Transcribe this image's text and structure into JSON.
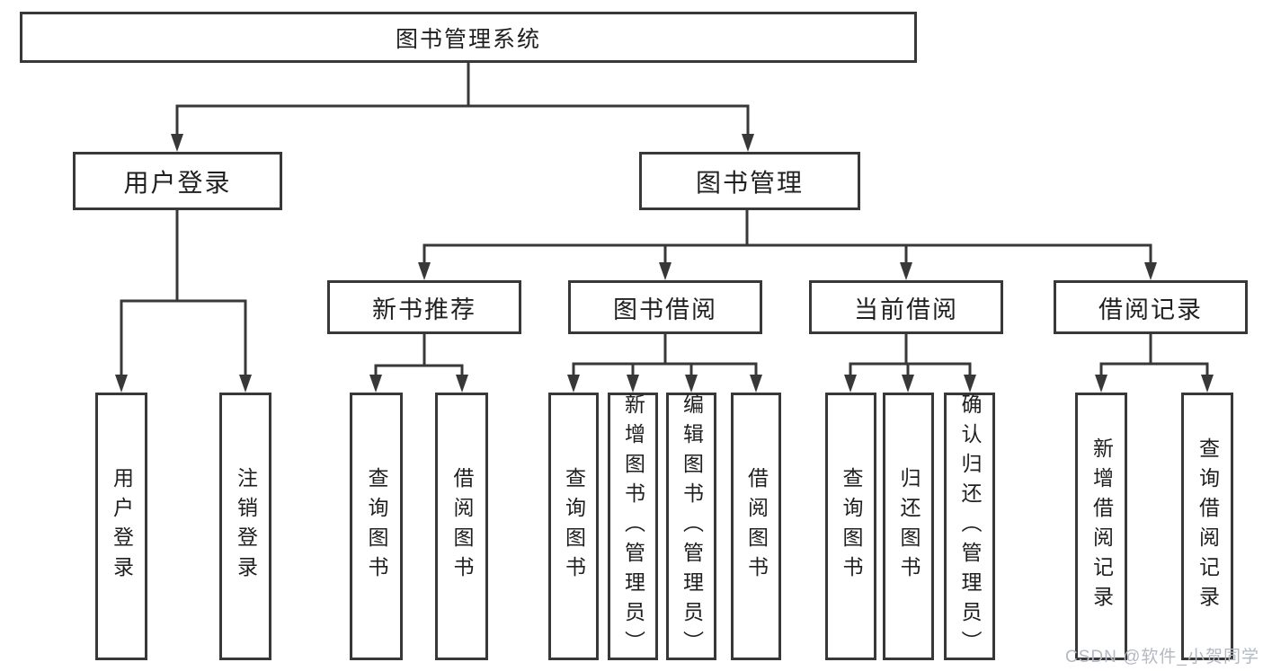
{
  "diagram_type": "functional-structure-tree",
  "tree": {
    "root": {
      "label": "图书管理系统",
      "children": [
        {
          "label": "用户登录",
          "children": [
            {
              "label": "用户登录"
            },
            {
              "label": "注销登录"
            }
          ]
        },
        {
          "label": "图书管理",
          "children": [
            {
              "label": "新书推荐",
              "children": [
                {
                  "label": "查询图书"
                },
                {
                  "label": "借阅图书"
                }
              ]
            },
            {
              "label": "图书借阅",
              "children": [
                {
                  "label": "查询图书"
                },
                {
                  "label": "新增图书（管理员）"
                },
                {
                  "label": "编辑图书（管理员）"
                },
                {
                  "label": "借阅图书"
                }
              ]
            },
            {
              "label": "当前借阅",
              "children": [
                {
                  "label": "查询图书"
                },
                {
                  "label": "归还图书"
                },
                {
                  "label": "确认归还（管理员）"
                }
              ]
            },
            {
              "label": "借阅记录",
              "children": [
                {
                  "label": "新增借阅记录"
                },
                {
                  "label": "查询借阅记录"
                }
              ]
            }
          ]
        }
      ]
    }
  },
  "watermark": {
    "text": "CSDN @软件_小贺同学"
  },
  "colors": {
    "line": "#383838",
    "box_border": "#383838",
    "text": "#1f1f1f",
    "watermark": "#b3b9c2",
    "background": "#ffffff"
  }
}
